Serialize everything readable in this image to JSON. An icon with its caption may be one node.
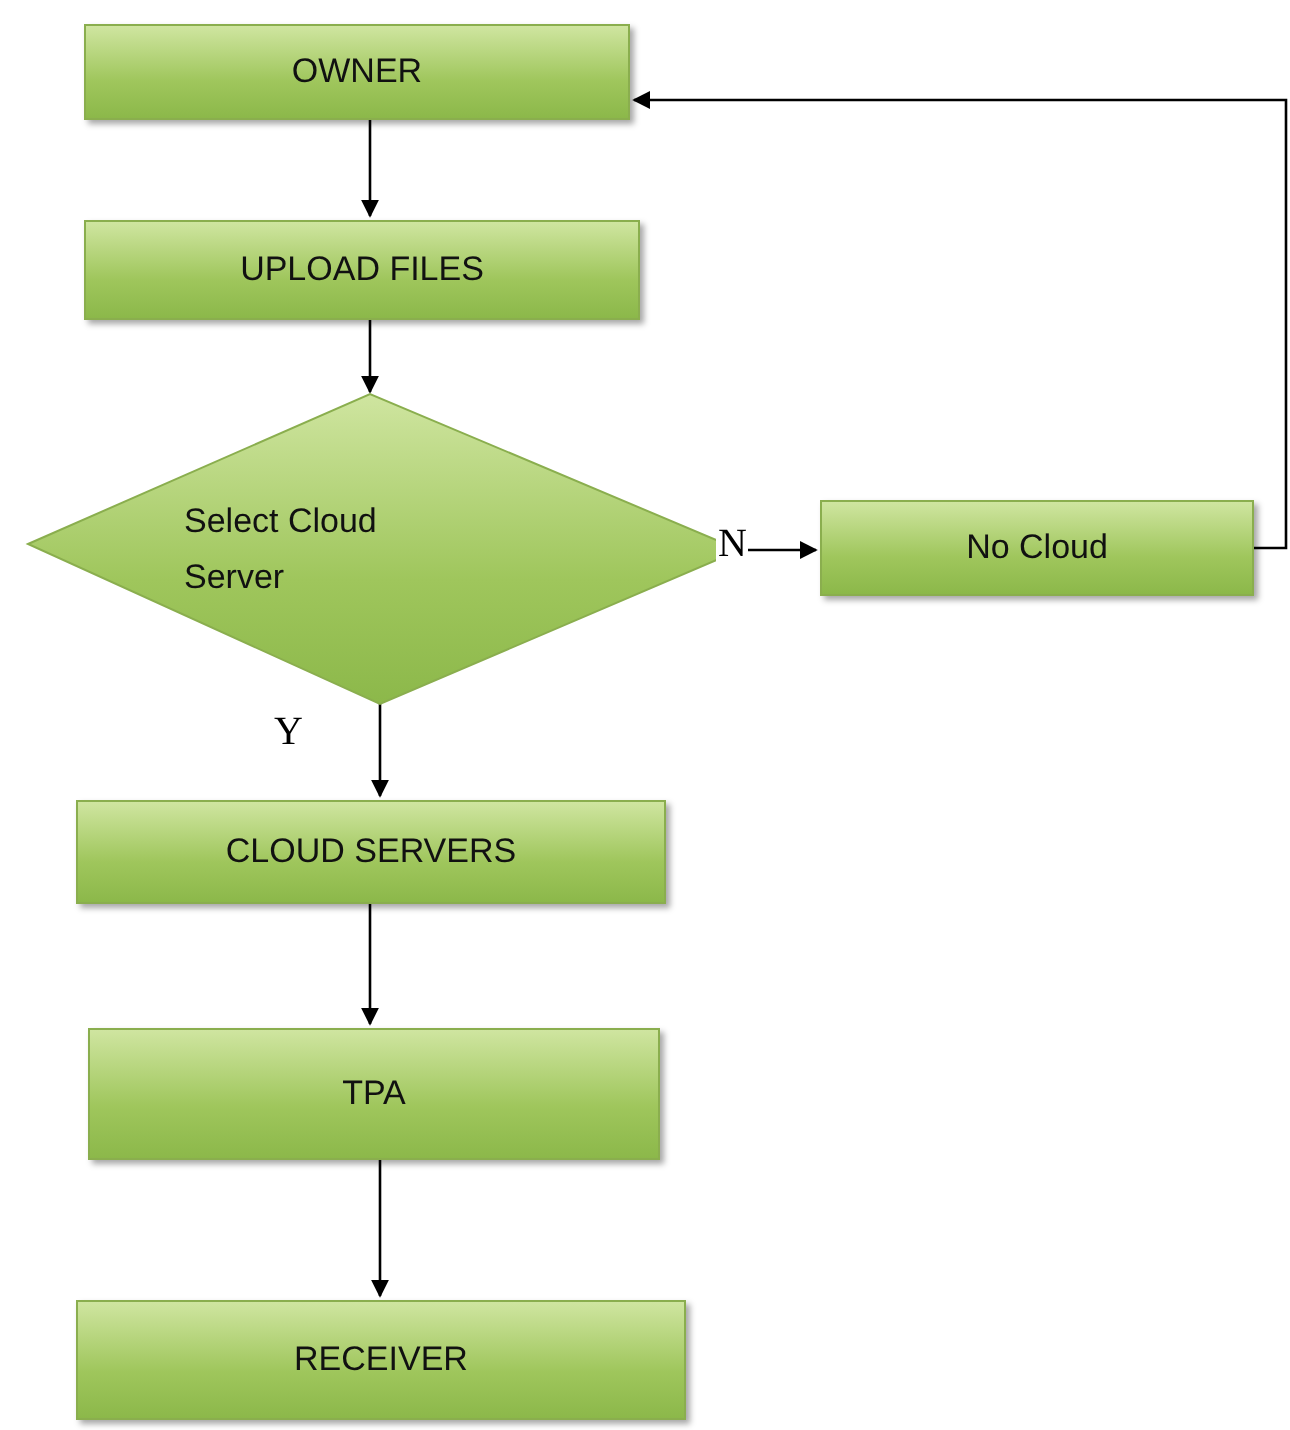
{
  "diagram": {
    "nodes": [
      {
        "text": [
          "OWNER"
        ]
      },
      {
        "text": [
          "UPLOAD FILES"
        ]
      },
      {
        "text": [
          "Select Cloud Server"
        ]
      },
      {
        "text": [
          "No Cloud"
        ]
      },
      {
        "text": [
          "CLOUD SERVERS"
        ]
      },
      {
        "text": [
          "TPA"
        ]
      },
      {
        "text": [
          "RECEIVER"
        ]
      }
    ],
    "edges": [
      {
        "from": 0,
        "to": 1,
        "arrow": "to"
      },
      {
        "from": 1,
        "to": 2,
        "arrow": "to"
      },
      {
        "from": 2,
        "to": 3,
        "arrow": "to",
        "label": "N"
      },
      {
        "from": 3,
        "to": 0,
        "arrow": "to"
      },
      {
        "from": 2,
        "to": 4,
        "arrow": "to",
        "label": "Y"
      },
      {
        "from": 4,
        "to": 5,
        "arrow": "to"
      },
      {
        "from": 5,
        "to": 6,
        "arrow": "to"
      }
    ]
  }
}
